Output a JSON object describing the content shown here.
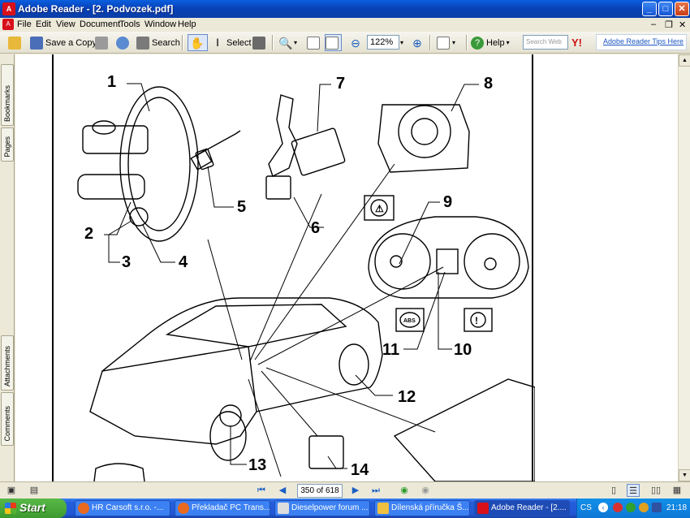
{
  "window": {
    "title": "Adobe Reader - [2. Podvozek.pdf]",
    "min": "_",
    "max": "□",
    "close": "✕"
  },
  "menu": [
    "File",
    "Edit",
    "View",
    "Document",
    "Tools",
    "Window",
    "Help"
  ],
  "toolbar": {
    "save_copy": "Save a Copy",
    "search": "Search",
    "select": "Select",
    "zoom": "122%",
    "help": "Help",
    "search_web": "Search Web",
    "tips": "Adobe Reader Tips Here"
  },
  "side_tabs": {
    "bookmarks": "Bookmarks",
    "pages": "Pages",
    "attachments": "Attachments",
    "comments": "Comments"
  },
  "diagram": {
    "callouts": [
      "1",
      "2",
      "3",
      "4",
      "5",
      "6",
      "7",
      "8",
      "9",
      "10",
      "11",
      "12",
      "13",
      "14"
    ],
    "abs_label": "ABS"
  },
  "status": {
    "page_display": "350 of 618"
  },
  "taskbar": {
    "start": "Start",
    "tasks": [
      "HR Carsoft s.r.o. -...",
      "Překladač PC Trans...",
      "Dieselpower forum ...",
      "Dílenská příručka Š...",
      "Adobe Reader - [2...."
    ],
    "lang": "CS",
    "clock": "21:18"
  }
}
